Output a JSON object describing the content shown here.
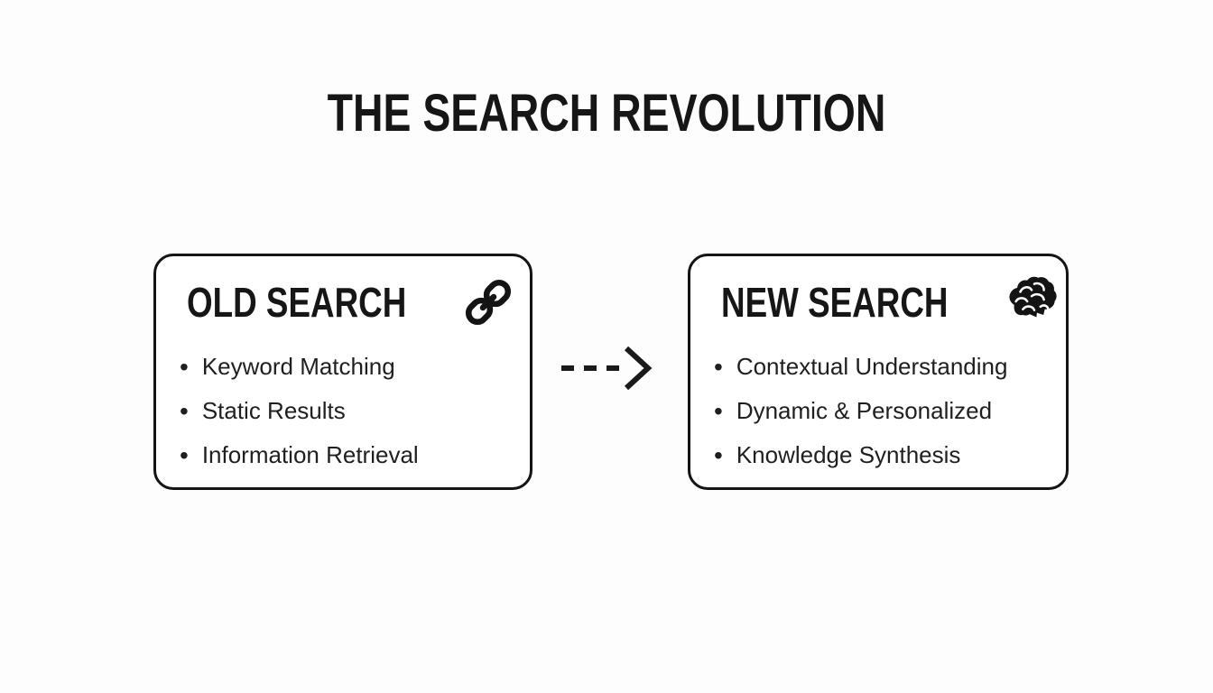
{
  "title": "THE SEARCH REVOLUTION",
  "boxes": {
    "old": {
      "heading": "OLD SEARCH",
      "icon": "chain-link-icon",
      "items": [
        "Keyword Matching",
        "Static Results",
        "Information Retrieval"
      ]
    },
    "new": {
      "heading": "NEW SEARCH",
      "icon": "brain-icon",
      "items": [
        "Contextual Understanding",
        "Dynamic & Personalized",
        "Knowledge Synthesis"
      ]
    }
  },
  "arrow": {
    "icon": "dashed-arrow-right"
  },
  "colors": {
    "ink": "#161616",
    "border": "#141414",
    "background": "#fdfdfd",
    "box_background": "#ffffff"
  }
}
